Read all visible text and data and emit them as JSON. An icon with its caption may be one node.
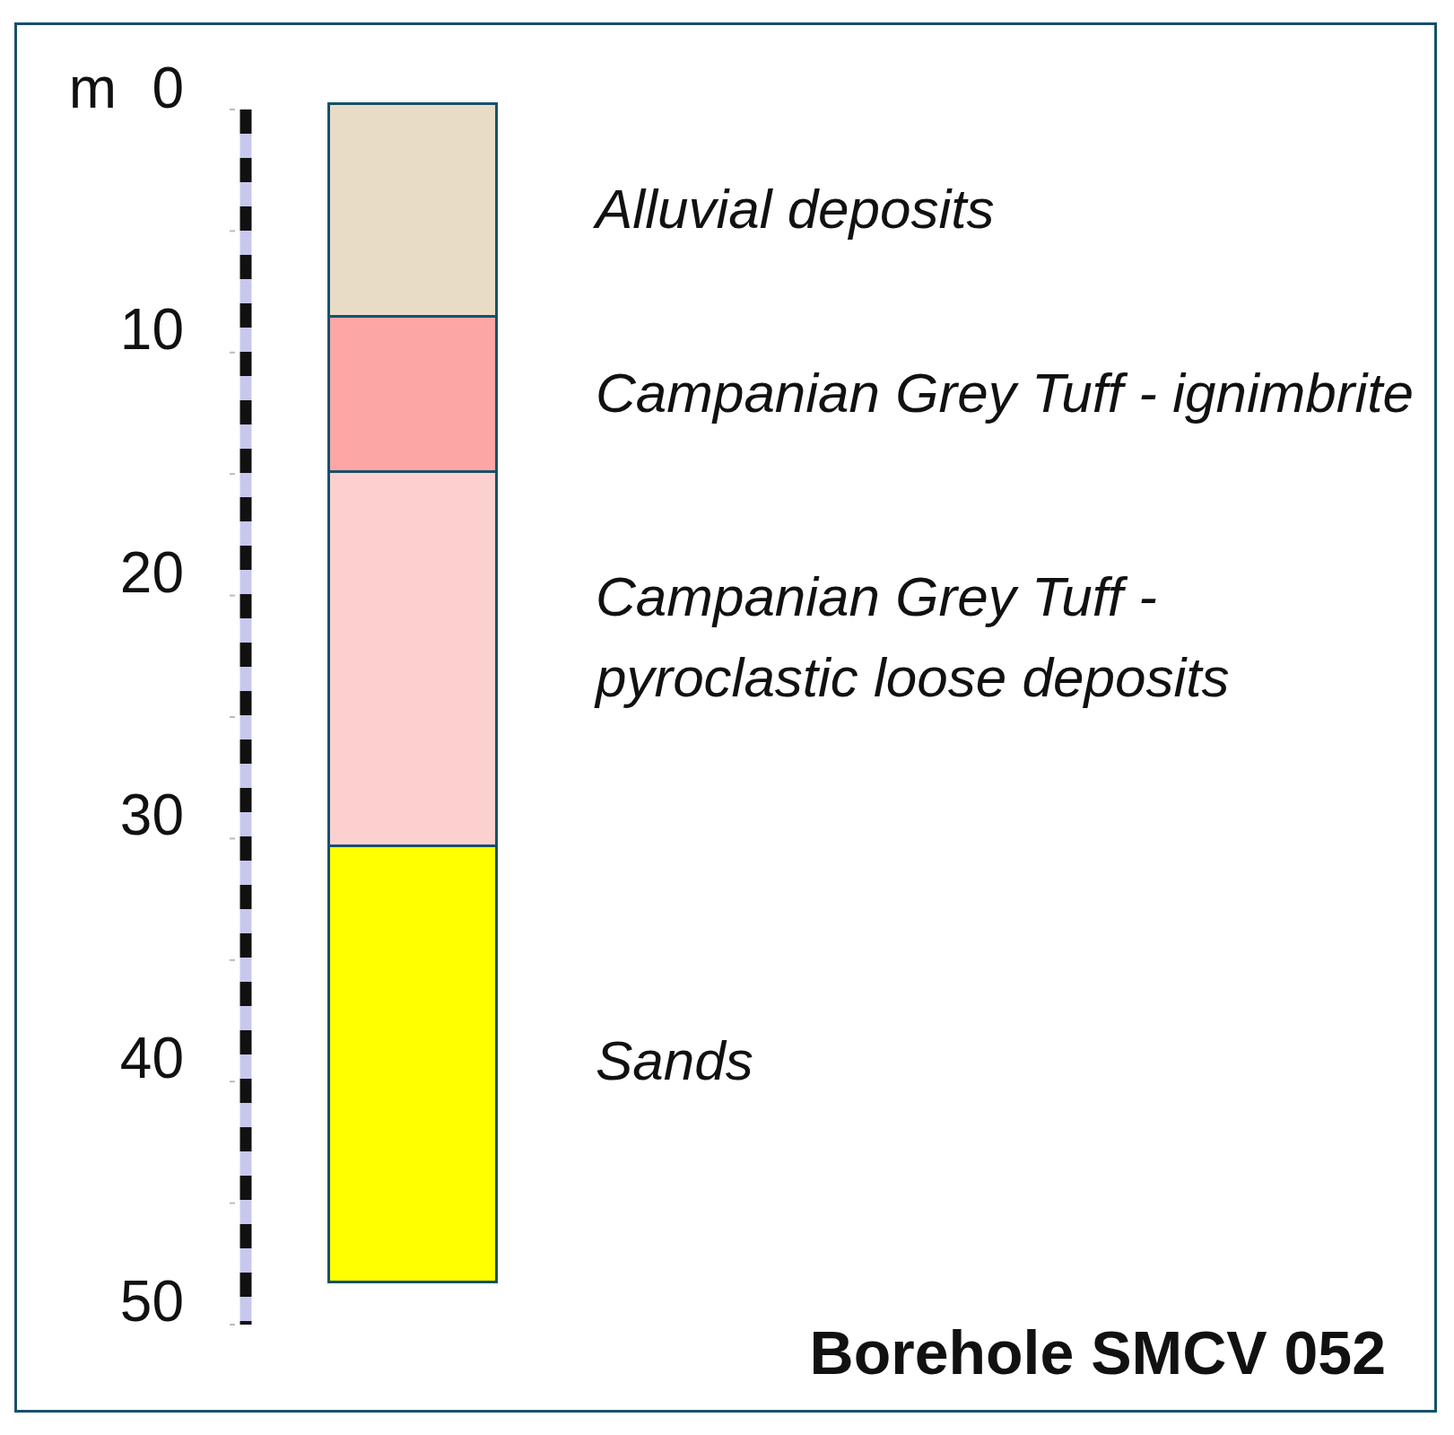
{
  "diagram": {
    "title": "Borehole SMCV 052",
    "nodes": [
      {
        "text": [],
        "shape": "box",
        "beside": [
          "Alluvial deposits"
        ]
      },
      {
        "text": [],
        "shape": "box",
        "beside": [
          "Campanian Grey Tuff - ignimbrite"
        ]
      },
      {
        "text": [],
        "shape": "box",
        "beside": [
          "Campanian Grey Tuff - pyroclastic loose deposits"
        ]
      },
      {
        "text": [],
        "shape": "box",
        "beside": [
          "Sands"
        ]
      }
    ],
    "labels": [
      "m",
      "0",
      "10",
      "20",
      "30",
      "40",
      "50"
    ]
  }
}
